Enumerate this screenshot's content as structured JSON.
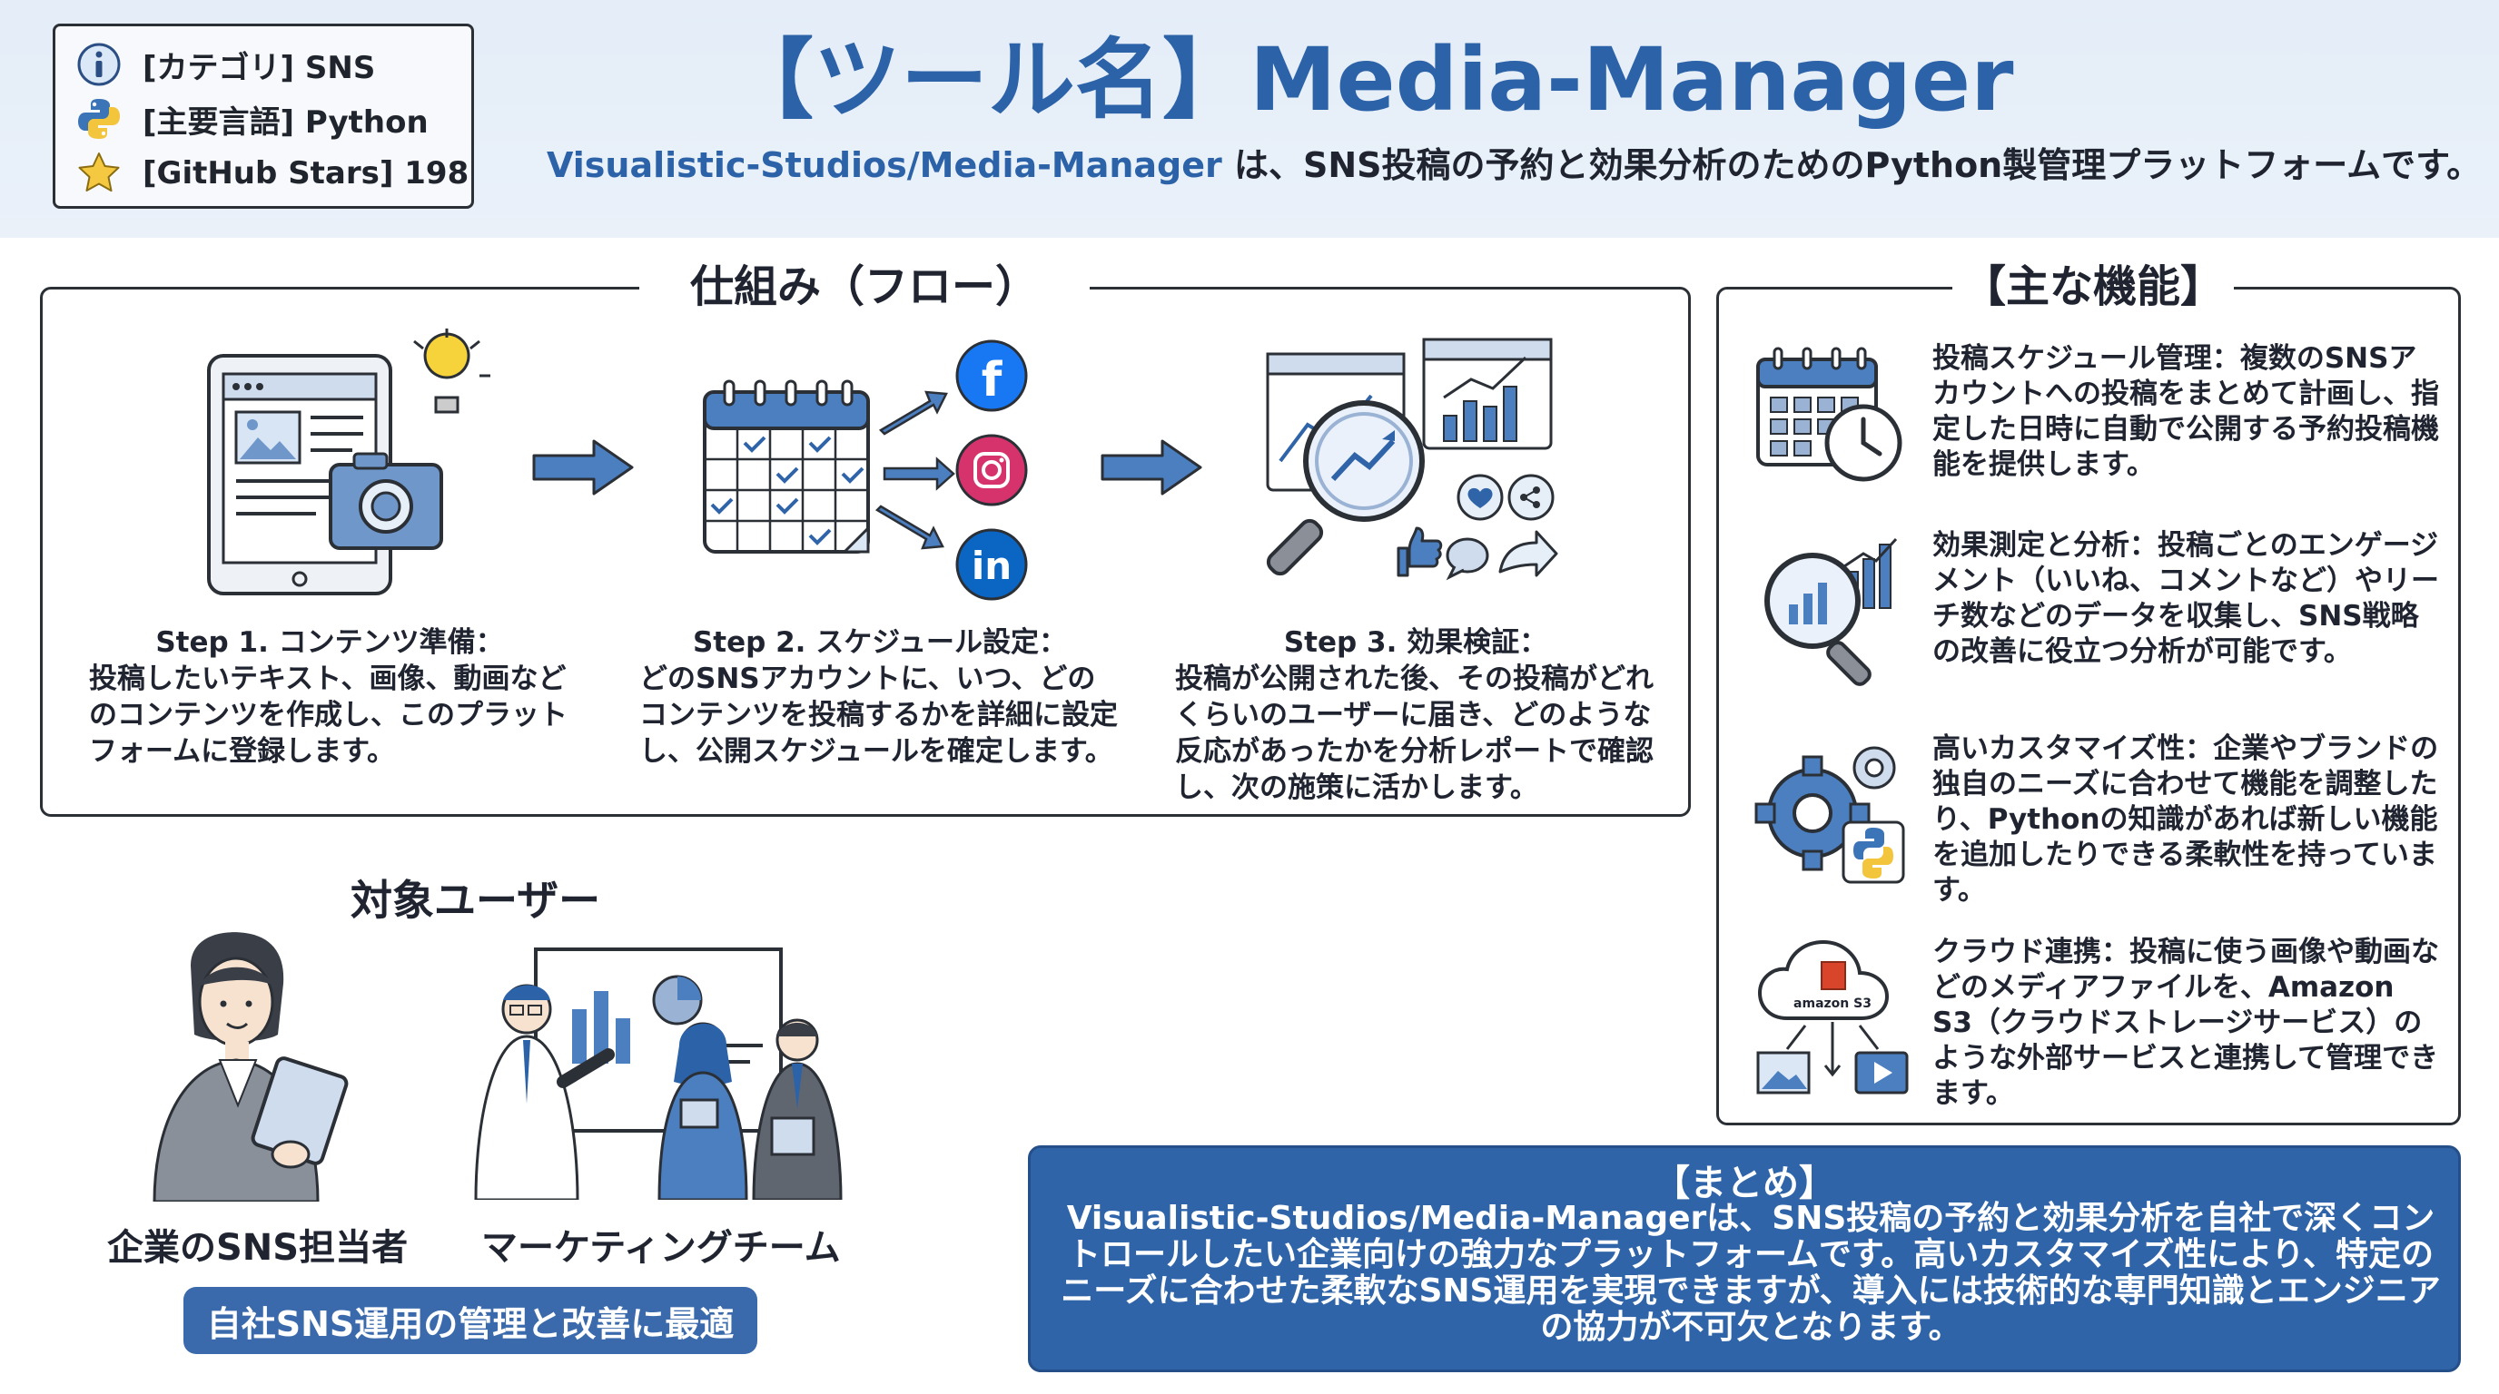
{
  "header": {
    "info": [
      {
        "icon": "info-icon",
        "text": "[カテゴリ] SNS"
      },
      {
        "icon": "python-icon",
        "text": "[主要言語] Python"
      },
      {
        "icon": "star-icon",
        "text": "[GitHub Stars] 198"
      }
    ],
    "title": "【ツール名】Media-Manager",
    "subtitle_repo": "Visualistic-Studios/Media-Manager",
    "subtitle_rest": " は、SNS投稿の予約と効果分析のためのPython製管理プラットフォームです。"
  },
  "flow": {
    "title": "仕組み（フロー）",
    "steps": [
      {
        "heading": "Step 1. コンテンツ準備：",
        "body": "投稿したいテキスト、画像、動画などのコンテンツを作成し、このプラットフォームに登録します。"
      },
      {
        "heading": "Step 2. スケジュール設定：",
        "body": "どのSNSアカウントに、いつ、どのコンテンツを投稿するかを詳細に設定し、公開スケジュールを確定します。"
      },
      {
        "heading": "Step 3. 効果検証：",
        "body": "投稿が公開された後、その投稿がどれくらいのユーザーに届き、どのような反応があったかを分析レポートで確認し、次の施策に活かします。"
      }
    ]
  },
  "features": {
    "title": "【主な機能】",
    "items": [
      {
        "icon": "calendar-clock-icon",
        "text": "投稿スケジュール管理：複数のSNSアカウントへの投稿をまとめて計画し、指定した日時に自動で公開する予約投稿機能を提供します。"
      },
      {
        "icon": "analytics-magnifier-icon",
        "text": "効果測定と分析：投稿ごとのエンゲージメント（いいね、コメントなど）やリーチ数などのデータを収集し、SNS戦略の改善に役立つ分析が可能です。"
      },
      {
        "icon": "gear-python-icon",
        "text": "高いカスタマイズ性：企業やブランドの独自のニーズに合わせて機能を調整したり、Pythonの知識があれば新しい機能を追加したりできる柔軟性を持っています。"
      },
      {
        "icon": "cloud-s3-icon",
        "text": "クラウド連携：投稿に使う画像や動画などのメディアファイルを、Amazon S3（クラウドストレージサービス）のような外部サービスと連携して管理できます。"
      }
    ],
    "s3_label": "amazon S3"
  },
  "users": {
    "title": "対象ユーザー",
    "items": [
      {
        "label": "企業のSNS担当者"
      },
      {
        "label": "マーケティングチーム"
      }
    ],
    "badge": "自社SNS運用の管理と改善に最適"
  },
  "summary": {
    "title": "【まとめ】",
    "body": "Visualistic-Studios/Media-Managerは、SNS投稿の予約と効果分析を自社で深くコントロールしたい企業向けの強力なプラットフォームです。高いカスタマイズ性により、特定のニーズに合わせた柔軟なSNS運用を実現できますが、導入には技術的な専門知識とエンジニアの協力が不可欠となります。"
  },
  "colors": {
    "accent": "#2c62a8",
    "header_band": "#e4edf8",
    "summary_bg": "#2f64a8",
    "facebook": "#1877f2",
    "instagram": "#e1306c",
    "linkedin": "#0a66c2"
  }
}
